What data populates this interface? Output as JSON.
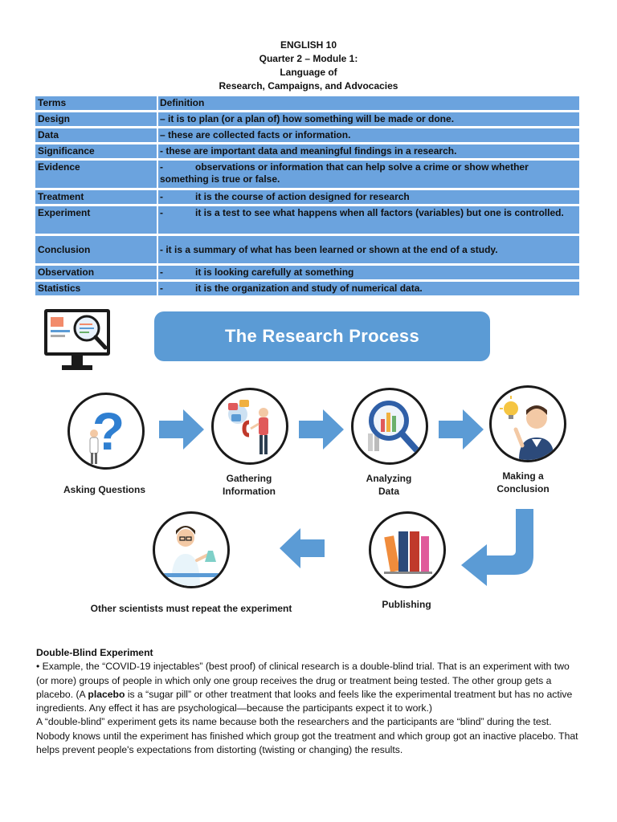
{
  "header": {
    "line1": "ENGLISH 10",
    "line2": "Quarter 2 – Module 1:",
    "line3": "Language of",
    "line4": "Research, Campaigns, and Advocacies"
  },
  "table": {
    "col_term": "Terms",
    "col_def": "Definition",
    "rows": [
      {
        "term": "Design",
        "def": "– it is to plan (or a plan of) how something will be made or done."
      },
      {
        "term": "Data",
        "def": "– these are collected facts or information."
      },
      {
        "term": "Significance",
        "def": "- these are important data and meaningful findings in a research."
      },
      {
        "term": "Evidence",
        "def": "-            observations or information that can help solve a crime or show whether something is true or false."
      },
      {
        "term": "Treatment",
        "def": "-            it is the course of action designed for research"
      },
      {
        "term": "Experiment",
        "def": "-            it is a test to see what happens when all factors (variables) but one is controlled."
      },
      {
        "term": "Conclusion",
        "def": "- it is a summary of what has been learned or shown at the end of a study."
      },
      {
        "term": "Observation",
        "def": "-            it is looking carefully at something"
      },
      {
        "term": "Statistics",
        "def": "-            it is the organization and study of numerical data."
      }
    ]
  },
  "process": {
    "title": "The Research Process",
    "steps": {
      "asking": "Asking Questions",
      "gathering_1": "Gathering",
      "gathering_2": "Information",
      "analyzing_1": "Analyzing",
      "analyzing_2": "Data",
      "making_1": "Making a",
      "making_2": "Conclusion",
      "publishing": "Publishing",
      "repeat": "Other scientists must repeat the experiment"
    },
    "colors": {
      "banner": "#5b9bd5",
      "arrow": "#5b9bd5",
      "table": "#6ba3de"
    }
  },
  "body": {
    "heading": "Double-Blind Experiment",
    "p1_a": "• Example, the “COVID-19 injectables” (best proof) of clinical research is a double-blind trial. That is an experiment with two (or more) groups of people in which only one group receives the drug or treatment being tested. The other group gets a placebo. (A ",
    "p1_bold": "placebo",
    "p1_b": " is a “sugar pill” or other treatment that looks and feels like the experimental treatment but has no active ingredients. Any effect it has are psychological—because the participants expect it to work.)",
    "p2": "A “double-blind” experiment gets its name because both the researchers and the participants are “blind” during the test. Nobody knows until the experiment has finished which group got the treatment and which group got an inactive placebo. That helps prevent people's expectations from distorting (twisting or changing) the results."
  }
}
